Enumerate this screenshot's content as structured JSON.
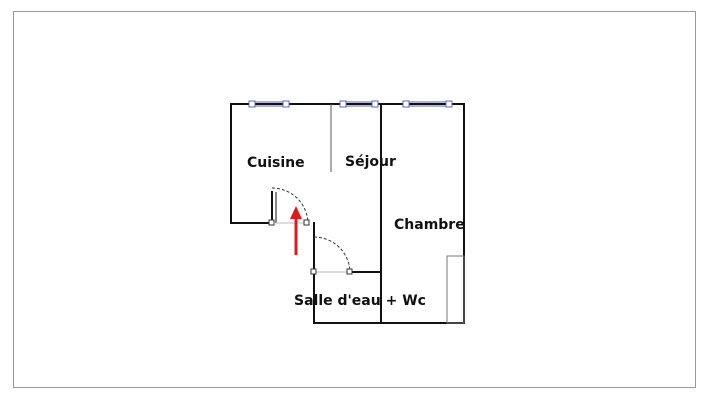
{
  "floorplan": {
    "rooms": {
      "kitchen": "Cuisine",
      "living": "Séjour",
      "bedroom": "Chambre",
      "bathroom": "Salle d'eau + Wc"
    },
    "colors": {
      "wall": "#111111",
      "window": "#5a67b8",
      "entry_arrow": "#e01b1b",
      "frame_border": "#9a9a9a"
    },
    "icons": [
      "entry-arrow-icon"
    ]
  }
}
